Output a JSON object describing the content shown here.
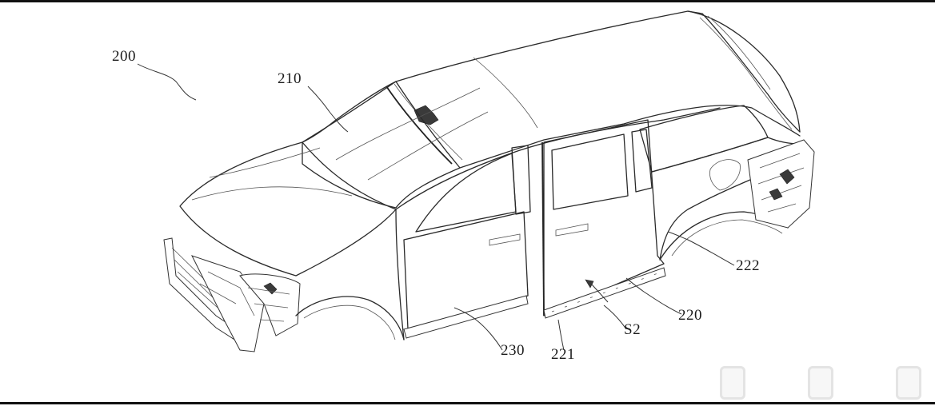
{
  "labels": {
    "l200": "200",
    "l210": "210",
    "l222": "222",
    "l220": "220",
    "l230": "230",
    "l221": "221",
    "ls2": "S2"
  }
}
